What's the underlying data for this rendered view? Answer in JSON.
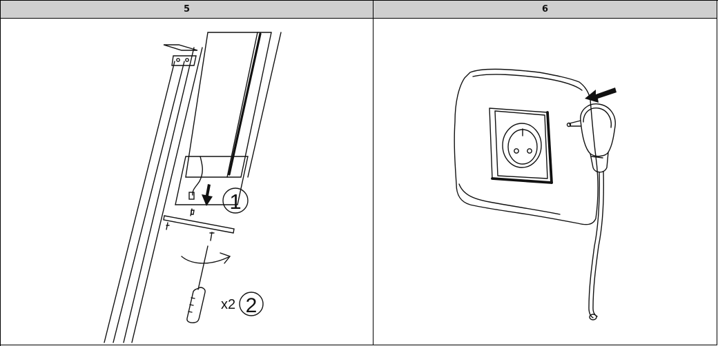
{
  "steps": [
    {
      "number": "5",
      "labels": {
        "step_one": "1",
        "step_two": "2",
        "repeat": "x2"
      }
    },
    {
      "number": "6"
    }
  ]
}
